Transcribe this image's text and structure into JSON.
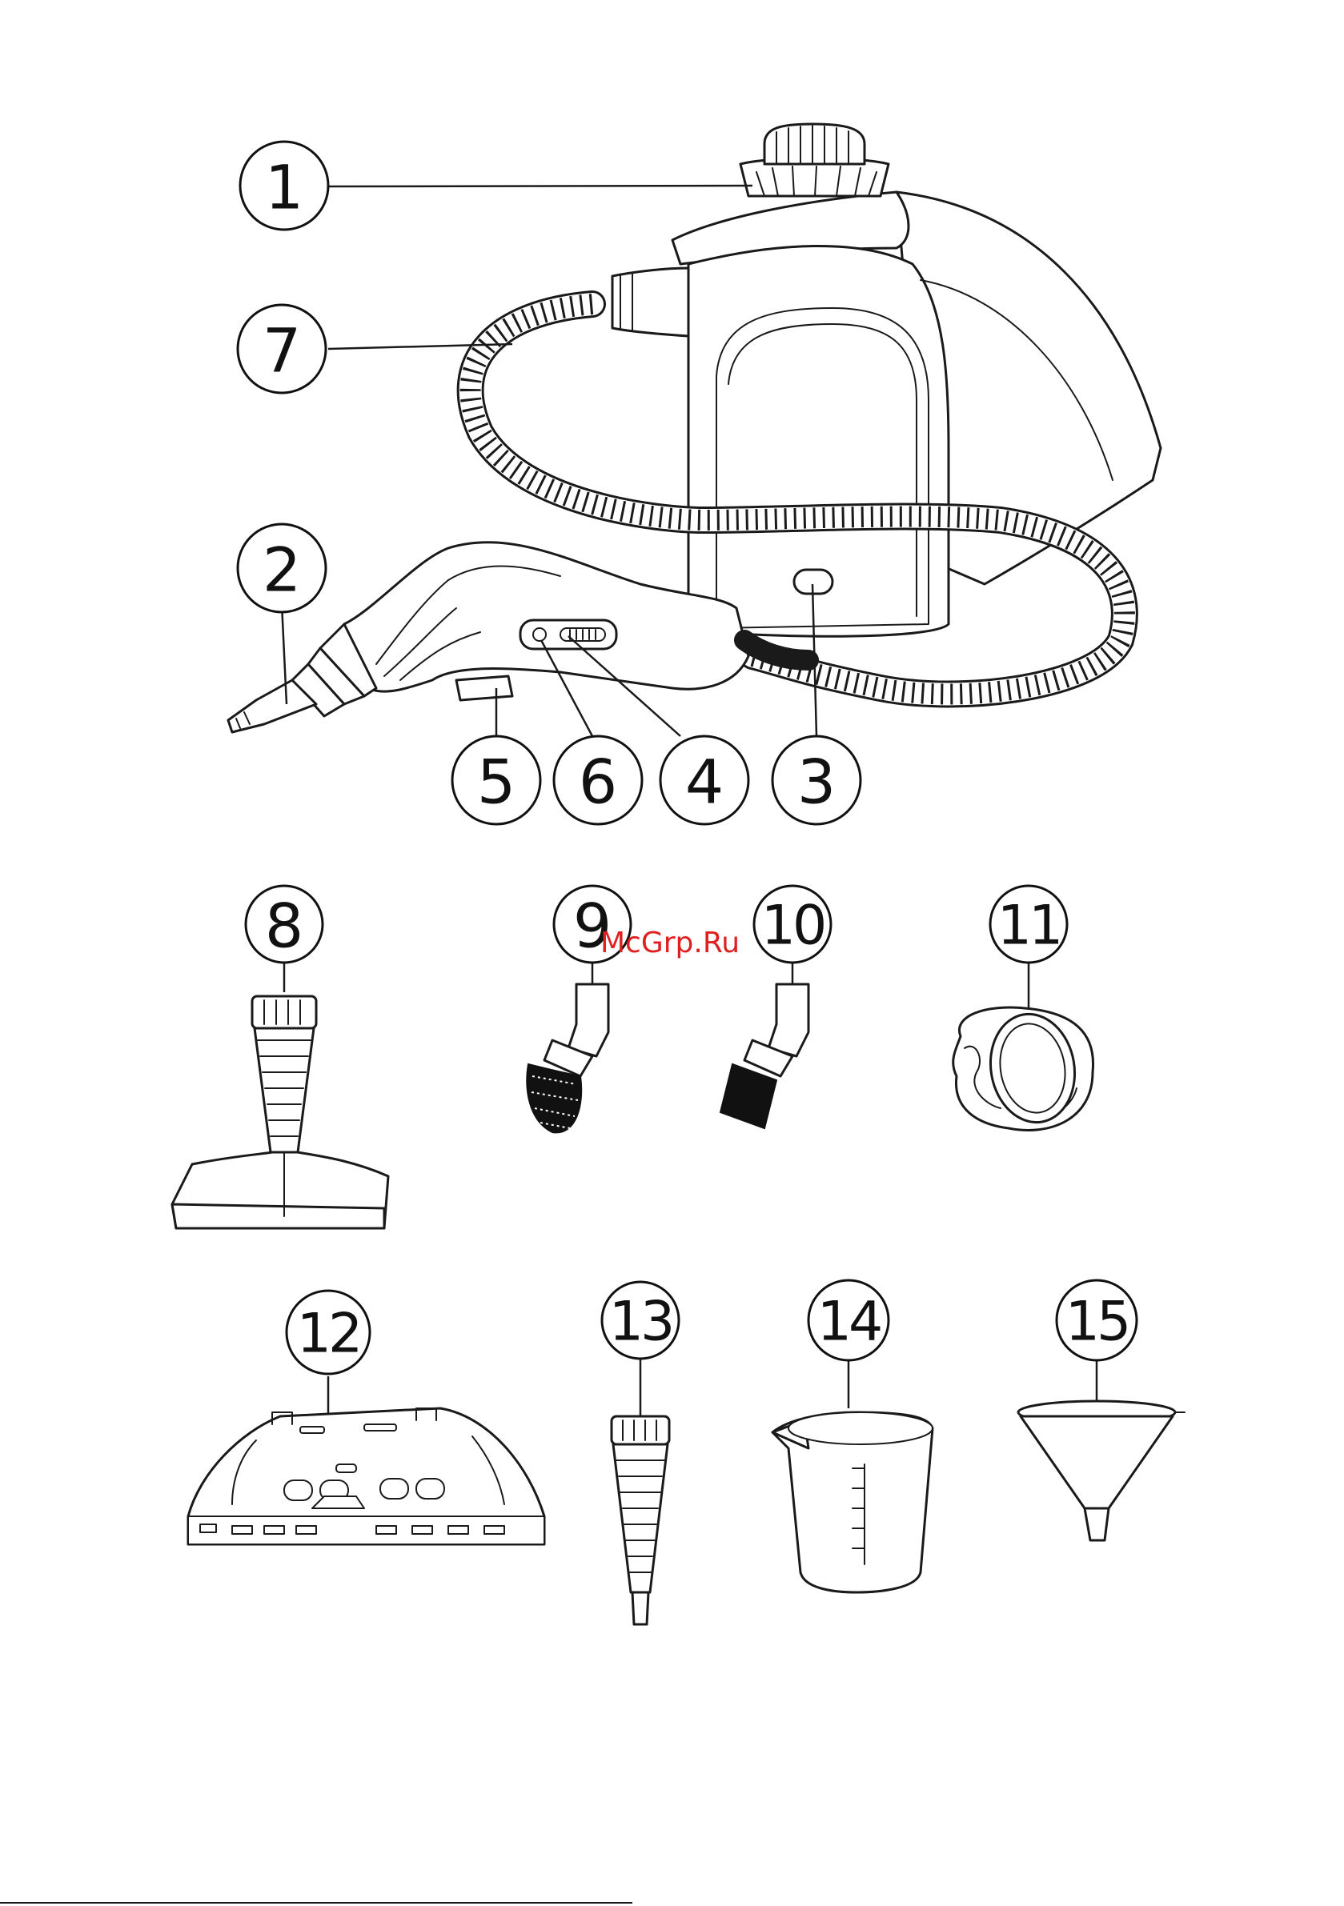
{
  "watermark": "McGrp.Ru",
  "callouts": {
    "c1": "1",
    "c2": "2",
    "c3": "3",
    "c4": "4",
    "c5": "5",
    "c6": "6",
    "c7": "7",
    "c8": "8",
    "c9": "9",
    "c10": "10",
    "c11": "11",
    "c12": "12",
    "c13": "13",
    "c14": "14",
    "c15": "15"
  }
}
